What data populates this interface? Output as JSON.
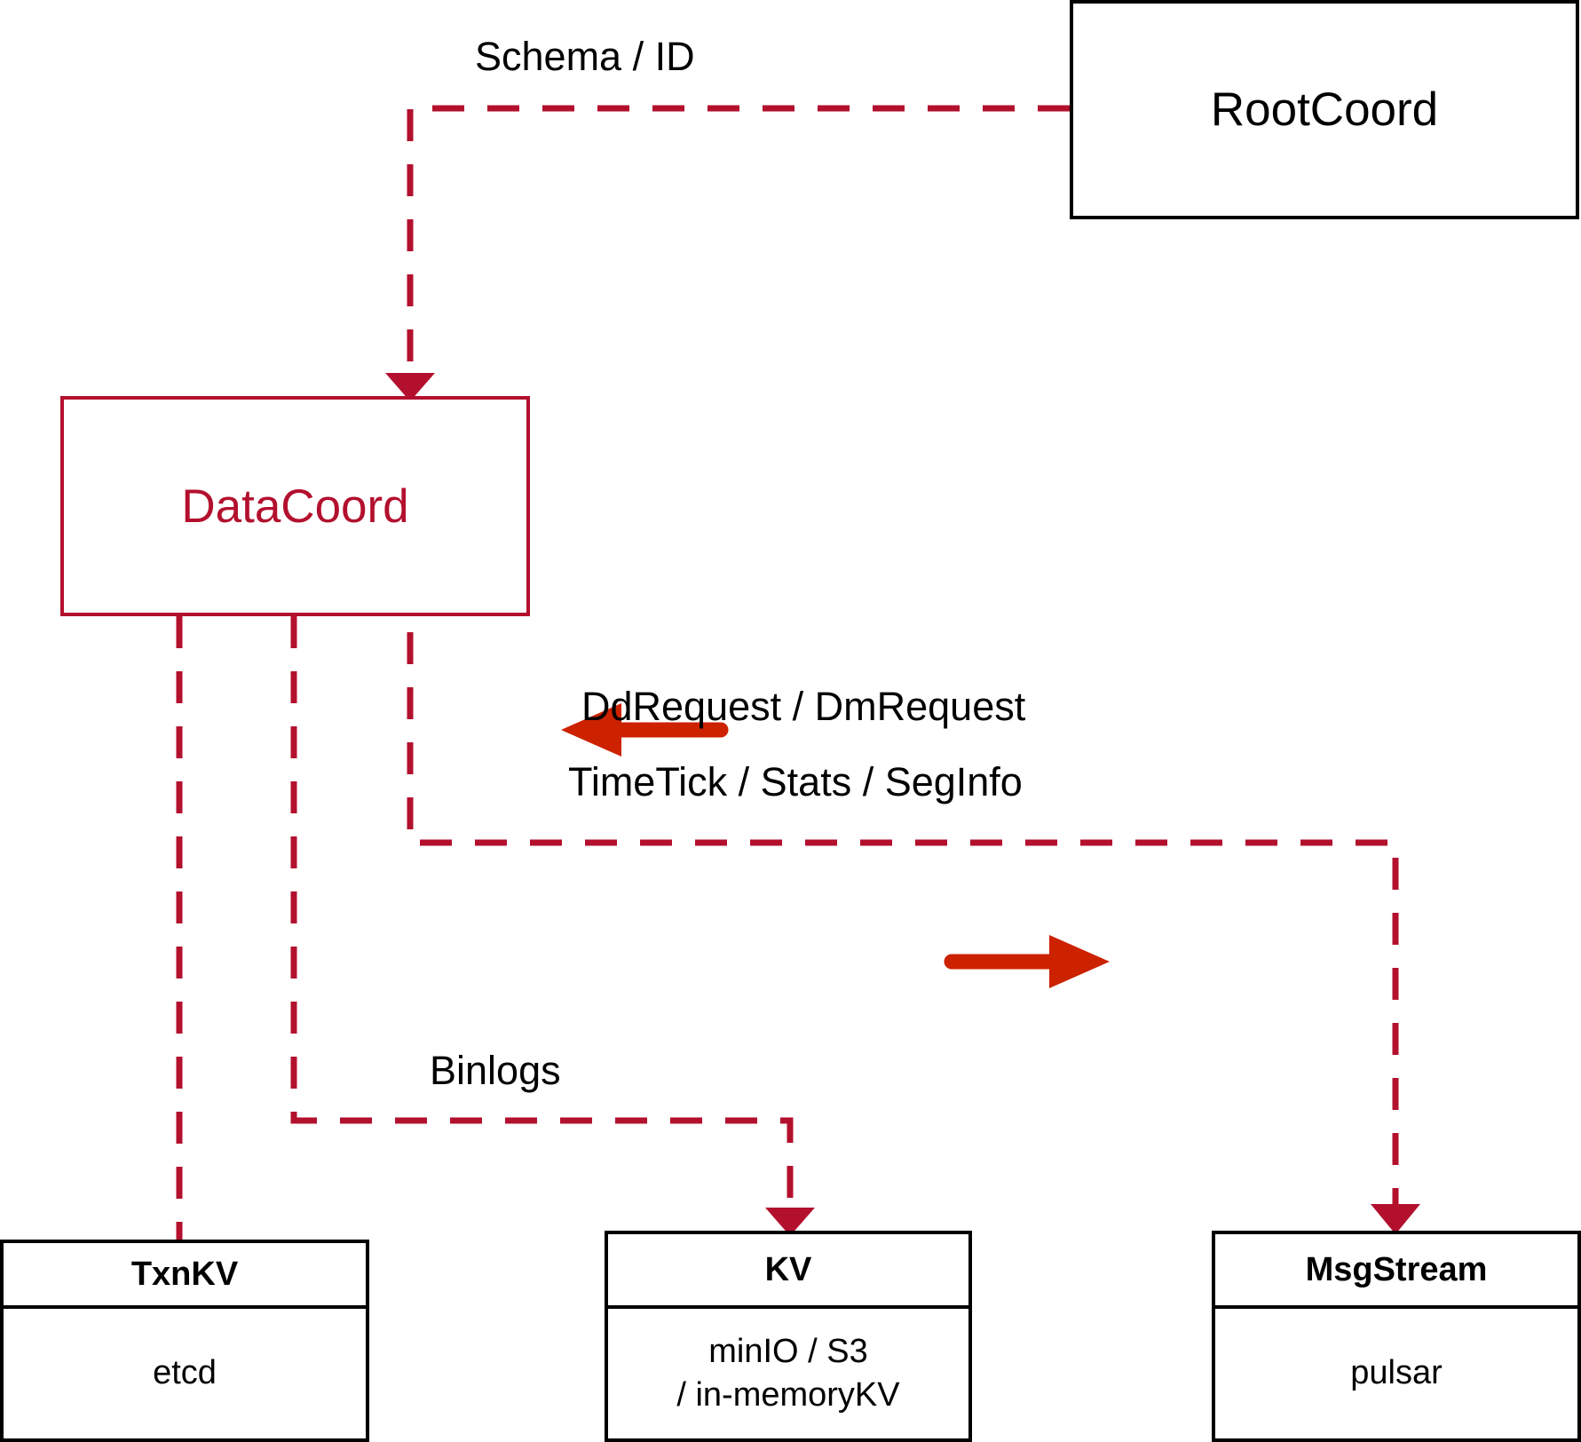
{
  "diagram": {
    "title": "DataCoord component dependency diagram",
    "colors": {
      "accent_red": "#b3102e",
      "arrow_red": "#cc2200",
      "box_black": "#000000",
      "background": "#ffffff"
    },
    "nodes": [
      {
        "id": "rootcoord",
        "label": "RootCoord",
        "style": "plain-black"
      },
      {
        "id": "datacoord",
        "label": "DataCoord",
        "style": "plain-red"
      },
      {
        "id": "txnkv",
        "label": "TxnKV",
        "sublabel": "etcd",
        "style": "classifier"
      },
      {
        "id": "kv",
        "label": "KV",
        "sublabel_line1": "minIO / S3",
        "sublabel_line2": "/ in-memoryKV",
        "style": "classifier"
      },
      {
        "id": "msgstream",
        "label": "MsgStream",
        "sublabel": "pulsar",
        "style": "classifier"
      }
    ],
    "edges": [
      {
        "id": "schema-id",
        "label": "Schema / ID",
        "from": "rootcoord",
        "to": "datacoord",
        "line": "dashed",
        "arrow": "to"
      },
      {
        "id": "ddrequest",
        "label": "DdRequest / DmRequest",
        "from": "msgstream",
        "to": "datacoord",
        "line": "solid-annotation",
        "arrow": "left"
      },
      {
        "id": "timetick",
        "label": "TimeTick / Stats / SegInfo",
        "from": "datacoord",
        "to": "msgstream",
        "line": "dashed",
        "arrow": "right"
      },
      {
        "id": "binlogs",
        "label": "Binlogs",
        "from": "datacoord",
        "to": "kv",
        "line": "dashed",
        "arrow": "to"
      },
      {
        "id": "meta",
        "label": "",
        "from": "datacoord",
        "to": "txnkv",
        "line": "dashed",
        "arrow": "none"
      }
    ]
  },
  "nodes": {
    "rootcoord": {
      "title": "RootCoord"
    },
    "datacoord": {
      "title": "DataCoord"
    },
    "txnkv": {
      "title": "TxnKV",
      "body": "etcd"
    },
    "kv": {
      "title": "KV",
      "body_line1": "minIO / S3",
      "body_line2": "/ in-memoryKV"
    },
    "msgstream": {
      "title": "MsgStream",
      "body": "pulsar"
    }
  },
  "labels": {
    "schema_id": "Schema / ID",
    "ddrequest_dmrequest": "DdRequest / DmRequest",
    "timetick_stats_seginfo": "TimeTick / Stats / SegInfo",
    "binlogs": "Binlogs"
  }
}
